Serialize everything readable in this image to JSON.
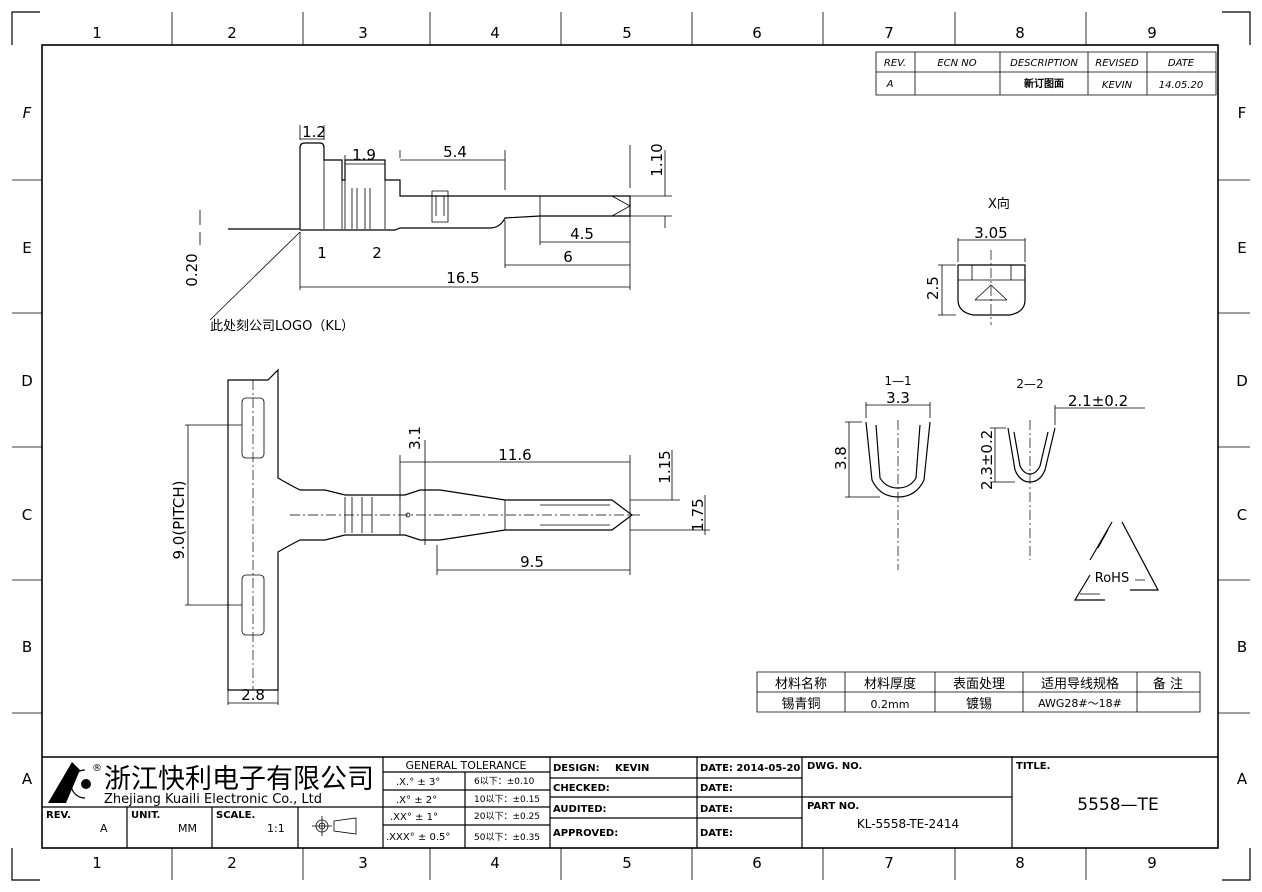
{
  "frame": {
    "columns": [
      "1",
      "2",
      "3",
      "4",
      "5",
      "6",
      "7",
      "8",
      "9"
    ],
    "rows": [
      "F",
      "E",
      "D",
      "C",
      "B",
      "A"
    ]
  },
  "revision_table": {
    "headers": [
      "REV.",
      "ECN NO",
      "DESCRIPTION",
      "REVISED",
      "DATE"
    ],
    "row": [
      "A",
      "",
      "新订图面",
      "KEVIN",
      "14.05.20"
    ]
  },
  "side_view": {
    "dims": [
      "1.2",
      "1.9",
      "5.4",
      "1.10",
      "0.20",
      "4.5",
      "6",
      "16.5"
    ],
    "markers": [
      "1",
      "2"
    ],
    "note": "此处刻公司LOGO（KL）"
  },
  "top_view": {
    "dims": [
      "9.0(PITCH)",
      "3.1",
      "11.6",
      "1.15",
      "1.75",
      "9.5",
      "2.8"
    ]
  },
  "x_view": {
    "label": "X向",
    "dims": [
      "3.05",
      "2.5"
    ]
  },
  "section_1": {
    "label": "1—1",
    "dims": [
      "3.3",
      "3.8"
    ]
  },
  "section_2": {
    "label": "2—2",
    "dims": [
      "2.1±0.2",
      "2.3±0.2"
    ]
  },
  "rohs": {
    "label": "RoHS"
  },
  "material_table": {
    "headers": [
      "材料名称",
      "材料厚度",
      "表面处理",
      "适用导线规格",
      "备 注"
    ],
    "row": [
      "锡青铜",
      "0.2mm",
      "镀锡",
      "AWG28#～18#",
      ""
    ]
  },
  "title_block": {
    "company_cn": "浙江快利电子有限公司",
    "company_en": "Zhejiang Kuaili Electronic Co., Ltd",
    "rev_label": "REV.",
    "rev": "A",
    "unit_label": "UNIT.",
    "unit": "MM",
    "scale_label": "SCALE.",
    "scale": "1:1",
    "tolerance_title": "GENERAL TOLERANCE",
    "angular": [
      ".X.° ± 3°",
      ".X° ± 2°",
      ".XX° ± 1°",
      ".XXX° ± 0.5°"
    ],
    "linear": [
      "6以下：±0.10",
      "10以下：±0.15",
      "20以下：±0.25",
      "50以下：±0.35"
    ],
    "design_label": "DESIGN:",
    "design": "KEVIN",
    "checked_label": "CHECKED:",
    "audited_label": "AUDITED:",
    "approved_label": "APPROVED:",
    "date1": "DATE: 2014-05-20",
    "date_label": "DATE:",
    "dwg_no_label": "DWG. NO.",
    "part_no_label": "PART NO.",
    "part_no": "KL-5558-TE-2414",
    "title_label": "TITLE.",
    "title": "5558—TE"
  }
}
